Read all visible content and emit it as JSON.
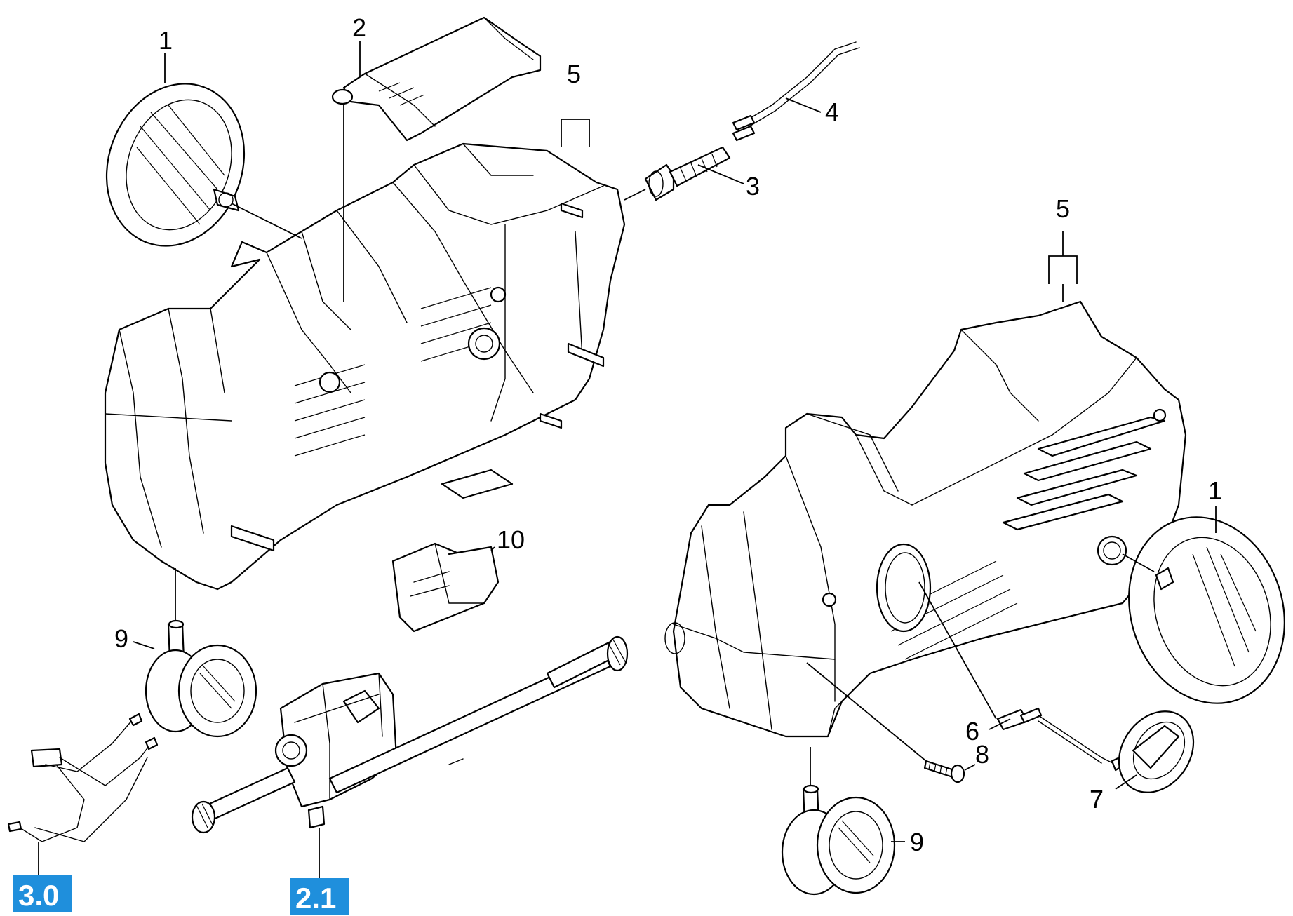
{
  "callouts": {
    "wheel_left": "1",
    "handle": "2",
    "cable_gland": "3",
    "power_cable": "4",
    "housing_top": "5",
    "housing_right": "5",
    "switch_rod": "6",
    "switch_knob": "7",
    "screw": "8",
    "castor_left": "9",
    "castor_right": "9",
    "switch_block": "10",
    "wheel_right": "1"
  },
  "reference_boxes": {
    "wiring": "3.0",
    "pump_motor": "2.1"
  },
  "colors": {
    "reference_box": "#1f8fdc",
    "line_art": "#000000",
    "background": "#ffffff"
  }
}
